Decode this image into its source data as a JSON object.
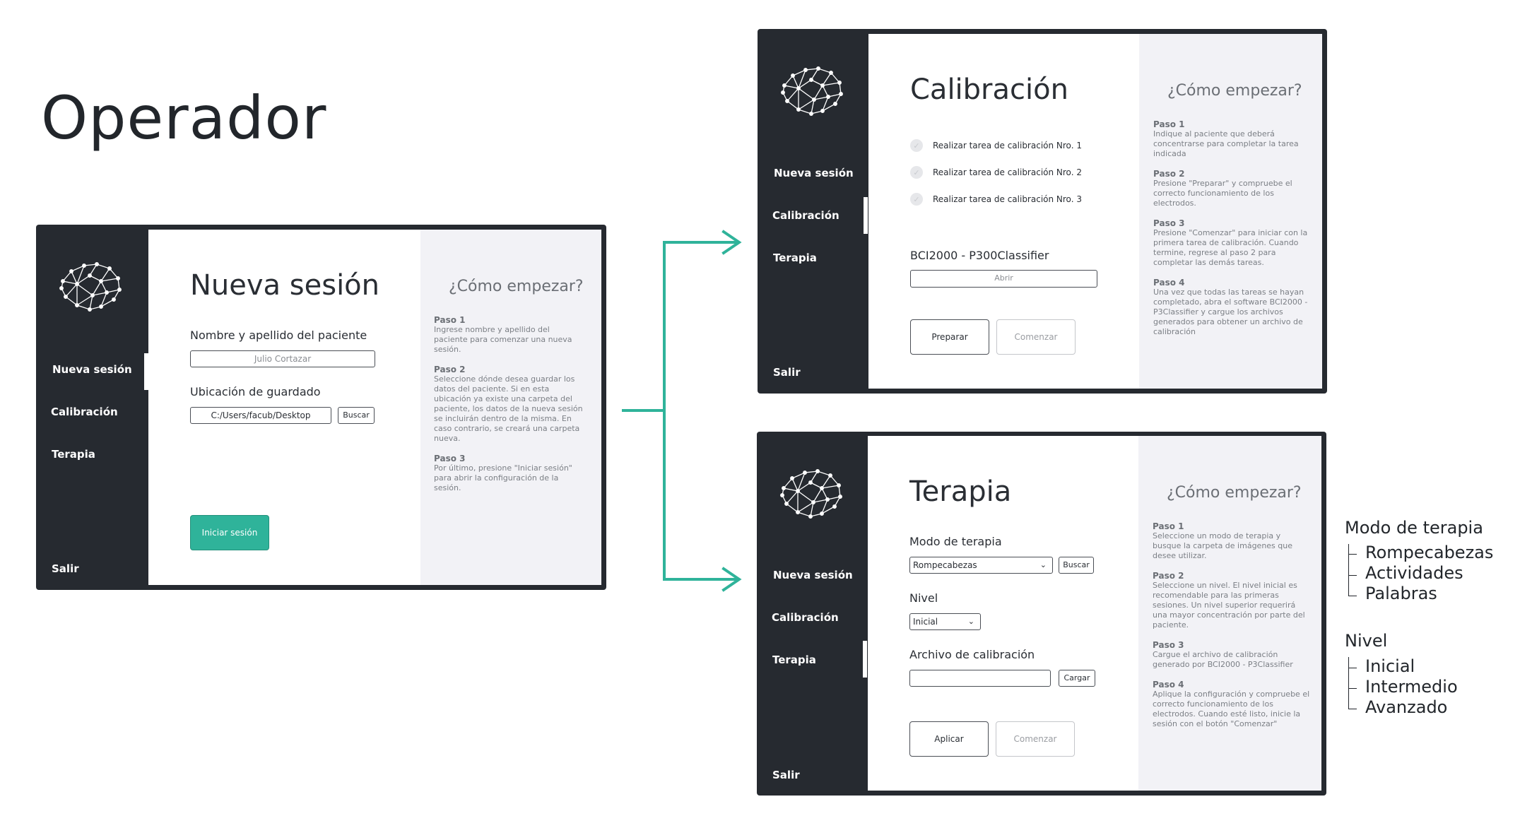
{
  "page_title": "Operador",
  "colors": {
    "sidebar": "#262a30",
    "accent": "#2fb39a",
    "arrow": "#2fb39a",
    "help_panel": "#f2f2f6"
  },
  "icons": {
    "logo": "brain-network-icon",
    "arrow": "arrow-right-icon",
    "check": "check-circle-icon",
    "dropdown": "chevron-down-icon"
  },
  "nav": {
    "nueva": "Nueva sesión",
    "calibracion": "Calibración",
    "terapia": "Terapia",
    "salir": "Salir"
  },
  "nueva_sesion": {
    "title": "Nueva sesión",
    "nombre_label": "Nombre y apellido del paciente",
    "nombre_placeholder": "Julio Cortazar",
    "ubicacion_label": "Ubicación de guardado",
    "ubicacion_value": "C:/Users/facub/Desktop",
    "buscar": "Buscar",
    "iniciar": "Iniciar sesión",
    "help_title": "¿Cómo empezar?",
    "steps": [
      {
        "title": "Paso 1",
        "text": "Ingrese nombre y apellido del paciente para comenzar una nueva sesión."
      },
      {
        "title": "Paso 2",
        "text": "Seleccione dónde desea guardar los datos del paciente. Si en esta ubicación ya existe una carpeta del paciente, los datos de la nueva sesión se incluirán dentro de la misma. En caso contrario, se creará una carpeta nueva."
      },
      {
        "title": "Paso 3",
        "text": "Por último, presione \"Iniciar sesión\" para abrir la configuración de la sesión."
      }
    ]
  },
  "calibracion": {
    "title": "Calibración",
    "tasks": [
      "Realizar tarea de calibración Nro. 1",
      "Realizar tarea de calibración Nro. 2",
      "Realizar tarea de calibración Nro. 3"
    ],
    "software_label": "BCI2000 - P300Classifier",
    "abrir": "Abrir",
    "preparar": "Preparar",
    "comenzar": "Comenzar",
    "help_title": "¿Cómo empezar?",
    "steps": [
      {
        "title": "Paso 1",
        "text": "Indique al paciente que deberá concentrarse para completar la tarea indicada"
      },
      {
        "title": "Paso 2",
        "text": "Presione \"Preparar\" y compruebe el correcto funcionamiento de los electrodos."
      },
      {
        "title": "Paso 3",
        "text": "Presione \"Comenzar\" para iniciar con la primera tarea de calibración. Cuando termine, regrese al paso 2 para completar las demás tareas."
      },
      {
        "title": "Paso 4",
        "text": "Una vez que todas las tareas se hayan completado, abra el software BCI2000 - P3Classifier y cargue los archivos generados para obtener un archivo de calibración"
      }
    ]
  },
  "terapia": {
    "title": "Terapia",
    "modo_label": "Modo de terapia",
    "modo_value": "Rompecabezas",
    "buscar": "Buscar",
    "nivel_label": "Nivel",
    "nivel_value": "Inicial",
    "archivo_label": "Archivo de calibración",
    "archivo_value": "",
    "cargar": "Cargar",
    "aplicar": "Aplicar",
    "comenzar": "Comenzar",
    "help_title": "¿Cómo empezar?",
    "steps": [
      {
        "title": "Paso 1",
        "text": "Seleccione un modo de terapia y busque la carpeta de imágenes que desee utilizar."
      },
      {
        "title": "Paso 2",
        "text": "Seleccione un nivel. El nivel inicial es recomendable para las primeras sesiones. Un nivel superior requerirá una mayor concentración por parte del paciente."
      },
      {
        "title": "Paso 3",
        "text": "Cargue el archivo de calibración generado por BCI2000 - P3Classifier"
      },
      {
        "title": "Paso 4",
        "text": "Aplique la configuración y compruebe el correcto funcionamiento de los electrodos. Cuando esté listo, inicie la sesión con el botón \"Comenzar\""
      }
    ]
  },
  "legend": {
    "modo": {
      "title": "Modo de terapia",
      "items": [
        "Rompecabezas",
        "Actividades",
        "Palabras"
      ]
    },
    "nivel": {
      "title": "Nivel",
      "items": [
        "Inicial",
        "Intermedio",
        "Avanzado"
      ]
    }
  }
}
